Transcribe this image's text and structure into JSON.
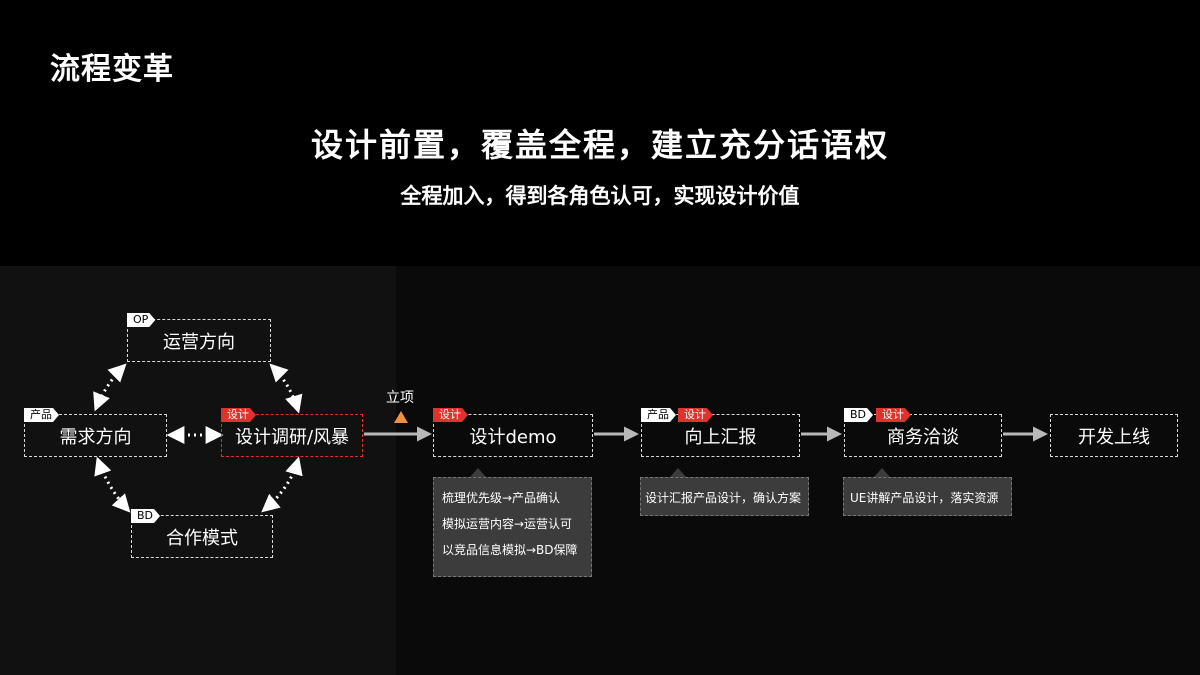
{
  "page": {
    "title": "流程变革",
    "headline": "设计前置，覆盖全程，建立充分话语权",
    "subline": "全程加入，得到各角色认可，实现设计价值"
  },
  "milestone": {
    "label": "立项",
    "color": "#f0913b"
  },
  "colors": {
    "accent_red": "#e0322d",
    "note_bg": "#3c3c3c"
  },
  "nodes": {
    "operation": {
      "label": "运营方向",
      "tags": [
        "OP"
      ]
    },
    "demand": {
      "label": "需求方向",
      "tags": [
        "产品"
      ]
    },
    "research": {
      "label": "设计调研/风暴",
      "tags": [
        "设计"
      ]
    },
    "cooperation": {
      "label": "合作模式",
      "tags": [
        "BD"
      ]
    },
    "demo": {
      "label": "设计demo",
      "tags": [
        "设计"
      ]
    },
    "report": {
      "label": "向上汇报",
      "tags": [
        "产品",
        "设计"
      ]
    },
    "negotiation": {
      "label": "商务洽谈",
      "tags": [
        "BD",
        "设计"
      ]
    },
    "development": {
      "label": "开发上线"
    }
  },
  "notes": {
    "demo": [
      "梳理优先级→产品确认",
      "模拟运营内容→运营认可",
      "以竞品信息模拟→BD保障"
    ],
    "report": [
      "设计汇报产品设计，确认方案"
    ],
    "negotiation": [
      "UE讲解产品设计，落实资源"
    ]
  }
}
